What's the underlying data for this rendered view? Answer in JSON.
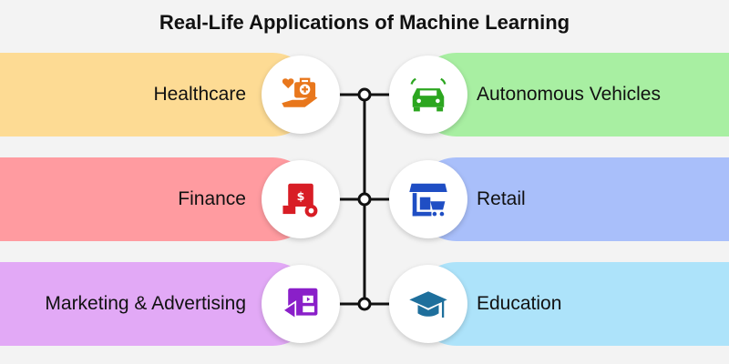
{
  "title": "Real-Life Applications of Machine Learning",
  "left": [
    {
      "label": "Healthcare",
      "color": "#fddb94",
      "icon": "healthcare-icon",
      "icon_color": "#e8771c"
    },
    {
      "label": "Finance",
      "color": "#ff9ba0",
      "icon": "finance-icon",
      "icon_color": "#d81d25"
    },
    {
      "label": "Marketing & Advertising",
      "color": "#e2a9f6",
      "icon": "marketing-icon",
      "icon_color": "#8a1fc9"
    }
  ],
  "right": [
    {
      "label": "Autonomous Vehicles",
      "color": "#a8efa2",
      "icon": "car-icon",
      "icon_color": "#2ca620"
    },
    {
      "label": "Retail",
      "color": "#a9bffa",
      "icon": "store-icon",
      "icon_color": "#1f4ec4"
    },
    {
      "label": "Education",
      "color": "#ade3fa",
      "icon": "graduation-cap-icon",
      "icon_color": "#1e6f9c"
    }
  ]
}
